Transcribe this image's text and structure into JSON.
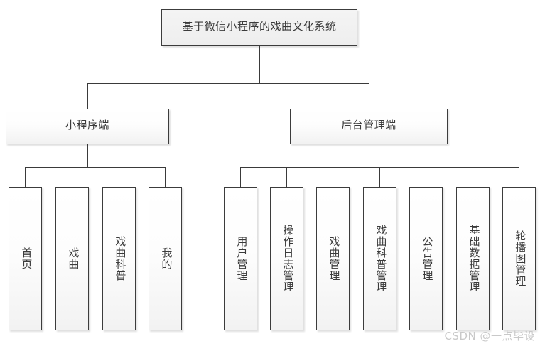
{
  "diagram": {
    "root": {
      "label": "基于微信小程序的戏曲文化系统"
    },
    "branches": [
      {
        "label": "小程序端",
        "children": [
          {
            "label": "首页"
          },
          {
            "label": "戏曲"
          },
          {
            "label": "戏曲科普"
          },
          {
            "label": "我的"
          }
        ]
      },
      {
        "label": "后台管理端",
        "children": [
          {
            "label": "用户管理"
          },
          {
            "label": "操作日志管理"
          },
          {
            "label": "戏曲管理"
          },
          {
            "label": "戏曲科普管理"
          },
          {
            "label": "公告管理"
          },
          {
            "label": "基础数据管理"
          },
          {
            "label": "轮播图管理"
          }
        ]
      }
    ]
  },
  "watermark": {
    "text": "CSDN @一点毕设"
  },
  "colors": {
    "border": "#3c3c3c",
    "line": "#3a3a3a",
    "text": "#3b3b3b",
    "background": "#ffffff",
    "watermark": "#c9c9c9"
  }
}
